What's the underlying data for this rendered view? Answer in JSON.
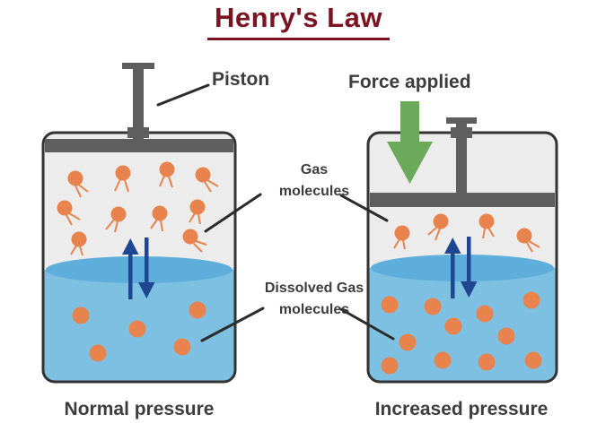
{
  "title": "Henry's Law",
  "labels": {
    "piston": "Piston",
    "force": "Force applied",
    "gas_line1": "Gas",
    "gas_line2": "molecules",
    "dissolved_line1": "Dissolved Gas",
    "dissolved_line2": "molecules",
    "normal": "Normal pressure",
    "increased": "Increased pressure"
  },
  "colors": {
    "title": "#7a1421",
    "container_border": "#333333",
    "gas_space": "#ececec",
    "liquid": "#7ec0e2",
    "liquid_surface": "#5eaedb",
    "piston": "#5e5e5e",
    "molecule": "#e8834d",
    "exchange_arrow": "#1f4690",
    "force_arrow": "#6aaa5a"
  }
}
